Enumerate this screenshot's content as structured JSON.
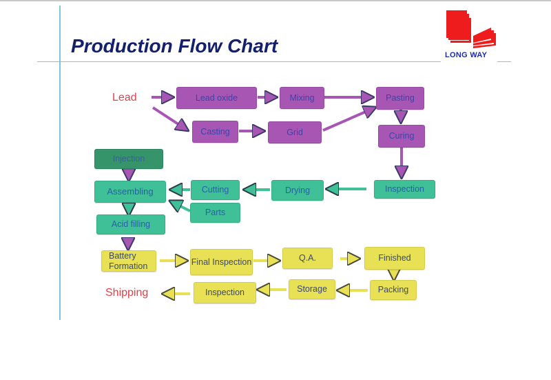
{
  "title": "Production Flow Chart",
  "logo": {
    "text": "LONG WAY",
    "icon": "long-way-logo-icon",
    "color": "#ee1c1c",
    "text_color": "#1b2ab0"
  },
  "colors": {
    "title": "#14206b",
    "purple_stage": "#a856b4",
    "green_stage": "#3fc097",
    "dark_green_stage": "#35946a",
    "yellow_stage": "#e8e055",
    "endpoint_label": "#e0404a",
    "rule_line": "#7cc6d6"
  },
  "flow": {
    "start_label": "Lead",
    "end_label": "Shipping",
    "purple_stages": {
      "lead_oxide": "Lead oxide",
      "mixing": "Mixing",
      "pasting": "Pasting",
      "casting": "Casting",
      "grid": "Grid",
      "curing": "Curing"
    },
    "green_stages": {
      "injection": "Injection",
      "assembling": "Assembling",
      "cutting": "Cutting",
      "drying": "Drying",
      "inspection": "Inspection",
      "parts": "Parts",
      "acid_filling": "Acid filling"
    },
    "yellow_stages": {
      "battery_formation": "Battery Formation",
      "final_inspection": "Final Inspection",
      "qa": "Q.A.",
      "finished": "Finished",
      "packing": "Packing",
      "storage": "Storage",
      "inspection": "Inspection"
    },
    "edges": [
      [
        "Lead",
        "Lead oxide"
      ],
      [
        "Lead",
        "Casting"
      ],
      [
        "Lead oxide",
        "Mixing"
      ],
      [
        "Mixing",
        "Pasting"
      ],
      [
        "Casting",
        "Grid"
      ],
      [
        "Grid",
        "Pasting"
      ],
      [
        "Pasting",
        "Curing"
      ],
      [
        "Curing",
        "Inspection"
      ],
      [
        "Inspection",
        "Drying"
      ],
      [
        "Drying",
        "Cutting"
      ],
      [
        "Cutting",
        "Assembling"
      ],
      [
        "Parts",
        "Assembling"
      ],
      [
        "Injection",
        "Assembling"
      ],
      [
        "Assembling",
        "Acid filling"
      ],
      [
        "Acid filling",
        "Battery Formation"
      ],
      [
        "Battery Formation",
        "Final Inspection"
      ],
      [
        "Final Inspection",
        "Q.A."
      ],
      [
        "Q.A.",
        "Finished"
      ],
      [
        "Finished",
        "Packing"
      ],
      [
        "Packing",
        "Storage"
      ],
      [
        "Storage",
        "Inspection"
      ],
      [
        "Inspection",
        "Shipping"
      ]
    ]
  }
}
